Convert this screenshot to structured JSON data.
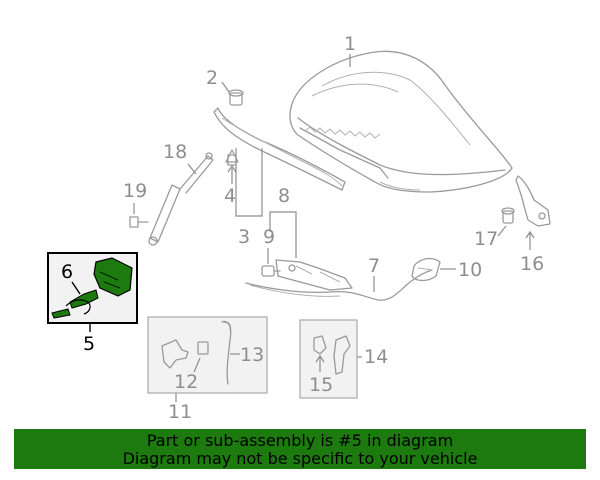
{
  "diagram": {
    "callouts": {
      "c1": "1",
      "c2": "2",
      "c3": "3",
      "c4": "4",
      "c5": "5",
      "c6": "6",
      "c7": "7",
      "c8": "8",
      "c9": "9",
      "c10": "10",
      "c11": "11",
      "c12": "12",
      "c13": "13",
      "c14": "14",
      "c15": "15",
      "c16": "16",
      "c17": "17",
      "c18": "18",
      "c19": "19"
    },
    "highlight_color": "#1d7a0f"
  },
  "banner": {
    "line1": "Part or sub-assembly is #5 in diagram",
    "line2": "Diagram may not be specific to your vehicle",
    "background": "#1d7a0f"
  }
}
